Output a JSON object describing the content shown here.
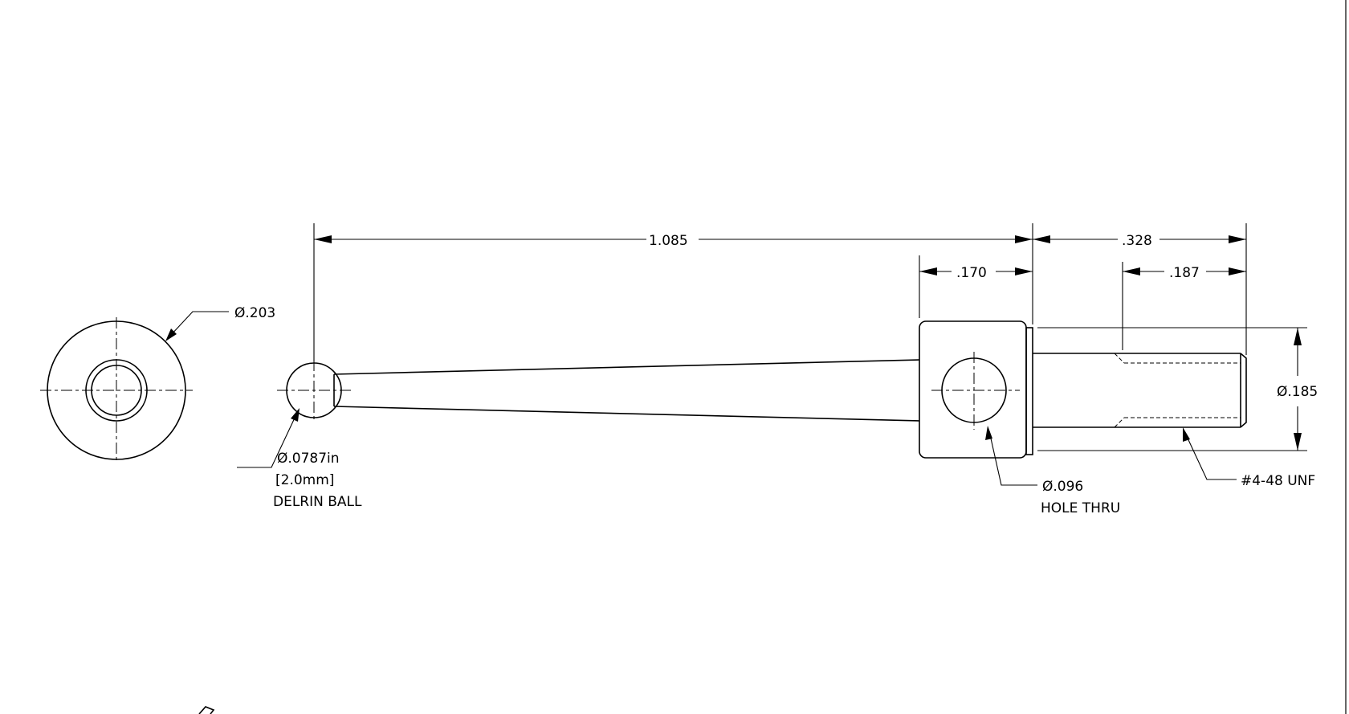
{
  "dimensions": {
    "overall_length": "1.085",
    "thread_length": ".328",
    "head_width": ".170",
    "thread_engagement": ".187",
    "end_view_diameter": "Ø.203",
    "shank_diameter": "Ø.185"
  },
  "callouts": {
    "ball_size_in": "Ø.0787in",
    "ball_size_mm": "[2.0mm]",
    "ball_material": "DELRIN BALL",
    "hole_size": "Ø.096",
    "hole_type": "HOLE THRU",
    "thread_spec": "#4-48 UNF"
  }
}
